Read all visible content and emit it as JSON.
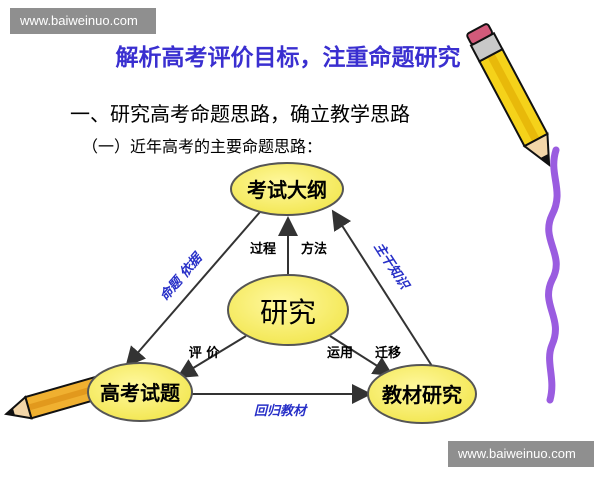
{
  "watermark": {
    "top": "www.baiweinuo.com",
    "bottom": "www.baiweinuo.com"
  },
  "title": "解析高考评价目标，注重命题研究",
  "section_heading": "一、研究高考命题思路，确立教学思路",
  "subsection_heading": "（一）近年高考的主要命题思路：",
  "diagram": {
    "nodes": {
      "top": "考试大纲",
      "center": "研究",
      "bottom_left": "高考试题",
      "bottom_right": "教材研究"
    },
    "edge_labels": {
      "left_edge": "命题 依据",
      "right_edge": "主干知识",
      "bottom_edge": "回归教材",
      "center_top_left": "过程",
      "center_top_right": "方法",
      "center_left": "评 价",
      "center_right_1": "运用",
      "center_right_2": "迁移"
    },
    "colors": {
      "node_fill": "#f7ef6a",
      "node_stroke": "#555555",
      "arrow": "#333333",
      "blue_label": "#2830c8",
      "title": "#3a2fd0",
      "squiggle": "#9a5ce0"
    }
  },
  "decorations": [
    "pencil-icon",
    "pencil-icon",
    "squiggle-line"
  ]
}
